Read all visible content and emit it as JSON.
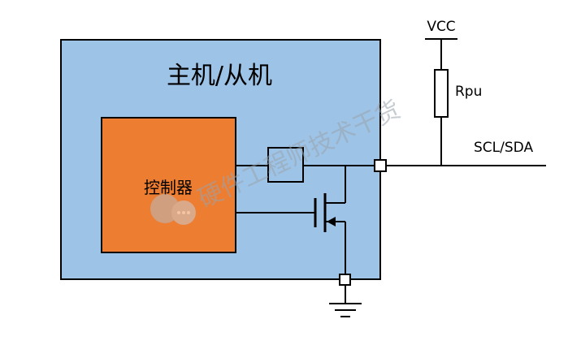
{
  "diagram": {
    "host_block_label": "主机/从机",
    "controller_label": "控制器",
    "vcc_label": "VCC",
    "resistor_label": "Rpu",
    "bus_label": "SCL/SDA",
    "watermark_text": "硬件工程师技术干货"
  },
  "colors": {
    "host_fill": "#9dc3e6",
    "host_stroke": "#000000",
    "controller_fill": "#ed7d31",
    "controller_stroke": "#000000",
    "wire": "#000000",
    "watermark": "#9aa3ad"
  }
}
